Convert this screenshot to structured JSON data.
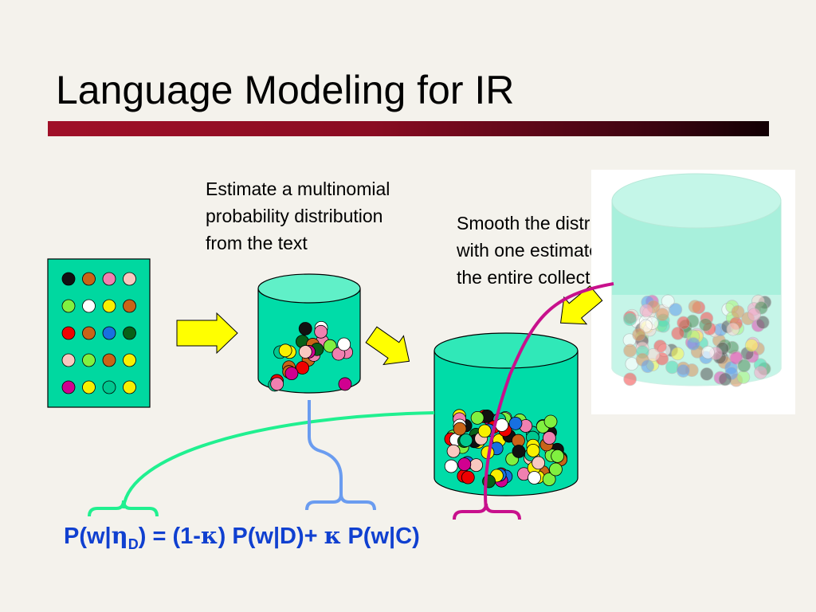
{
  "slide": {
    "title": "Language Modeling for IR",
    "caption_estimate": "Estimate a multinomial\nprobability distribution\nfrom the text",
    "caption_smooth": "Smooth the distribution\nwith one estimated from\nthe entire collection"
  },
  "formula": {
    "lhs_prefix": "P(w|",
    "eta": "η",
    "eta_sub": "D",
    "mid1": ") = (1-",
    "kappa1": "κ",
    "mid2": ") P(w|D)+ ",
    "kappa2": "κ",
    "rhs": " P(w|C)"
  },
  "colors": {
    "document_fill": "#00d8a0",
    "jar_fill": "#00dca8",
    "collection_jar_fill": "#a8f0dc",
    "arrow_fill": "#ffff00",
    "green_bracket": "#20f090",
    "blue_bracket": "#6a9cf0",
    "magenta_bracket": "#c8108c",
    "formula_text": "#1040d0",
    "title_bar_start": "#a01028",
    "title_bar_end": "#120003"
  },
  "ball_palette": [
    "#111111",
    "#c86418",
    "#f080b0",
    "#f8c8c0",
    "#80f040",
    "#ffffff",
    "#f8f000",
    "#f00000",
    "#1870e0",
    "#086018",
    "#d00090",
    "#00c890"
  ],
  "document_grid": [
    [
      0,
      1,
      2,
      3
    ],
    [
      4,
      5,
      6,
      1
    ],
    [
      7,
      1,
      8,
      9
    ],
    [
      3,
      4,
      1,
      6
    ],
    [
      10,
      6,
      11,
      6
    ]
  ]
}
